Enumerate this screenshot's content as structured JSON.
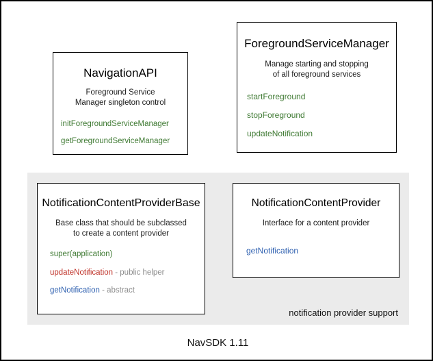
{
  "diagram": {
    "footer_version": "NavSDK 1.11",
    "group": {
      "label": "notification provider support"
    },
    "boxes": [
      {
        "id": "navigation-api",
        "title": "NavigationAPI",
        "description_lines": [
          "Foreground Service",
          "Manager singleton control"
        ],
        "methods": [
          {
            "name": "initForegroundServiceManager",
            "note": "",
            "color": "#3f7a33"
          },
          {
            "name": "getForegroundServiceManager",
            "note": "",
            "color": "#3f7a33"
          }
        ]
      },
      {
        "id": "foreground-service-manager",
        "title": "ForegroundServiceManager",
        "description_lines": [
          "Manage starting and stopping",
          "of all foreground services"
        ],
        "methods": [
          {
            "name": "startForeground",
            "note": "",
            "color": "#3f7a33"
          },
          {
            "name": "stopForeground",
            "note": "",
            "color": "#3f7a33"
          },
          {
            "name": "updateNotification",
            "note": "",
            "color": "#3f7a33"
          }
        ]
      },
      {
        "id": "notification-content-provider-base",
        "title": "NotificationContentProviderBase",
        "description_lines": [
          "Base class that should be subclassed",
          "to create a content provider"
        ],
        "methods": [
          {
            "name": "super(application)",
            "note": "",
            "color": "#3f7a33"
          },
          {
            "name": "updateNotification",
            "note": " - public helper",
            "color": "#bf3127"
          },
          {
            "name": "getNotification",
            "note": " - abstract",
            "color": "#2d5faf"
          }
        ]
      },
      {
        "id": "notification-content-provider",
        "title": "NotificationContentProvider",
        "description_lines": [
          "Interface for a content provider"
        ],
        "methods": [
          {
            "name": "getNotification",
            "note": "",
            "color": "#2d5faf"
          }
        ]
      }
    ]
  },
  "colors": {
    "green": "#3f7a33",
    "blue": "#2d5faf",
    "red": "#bf3127",
    "note_gray": "#8d8d8d",
    "group_bg": "#ebebeb",
    "frame_border": "#000000"
  }
}
